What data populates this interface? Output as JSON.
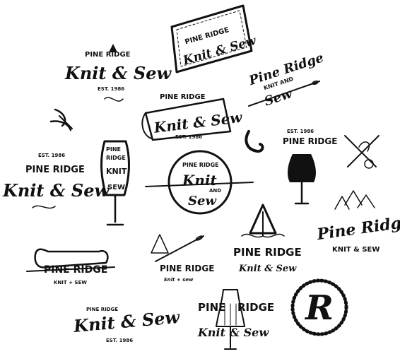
{
  "sheet": {
    "brand_top": "PINE RIDGE",
    "brand_script": "Knit & Sew",
    "year": "EST. 1986",
    "pine_ridge_script": "Pine Ridge",
    "knit_and": "KNIT AND",
    "sew_script": "Sew",
    "pine": "PINE",
    "ridge": "RIDGE",
    "knit": "KNIT",
    "and": "AND",
    "sew": "SEW",
    "knit_sew_caps": "KNIT & SEW",
    "knit_sew_small": "KNIT + SEW",
    "knit_sew_lower": "knit + sew",
    "knit_script": "Knit",
    "monogram": "R"
  },
  "colors": {
    "ink": "#111111",
    "paper": "#ffffff"
  },
  "icons": [
    "needle-icon",
    "scissors-icon",
    "pine-tree-icon",
    "dress-form-icon",
    "spool-icon",
    "thread-loop-icon"
  ]
}
